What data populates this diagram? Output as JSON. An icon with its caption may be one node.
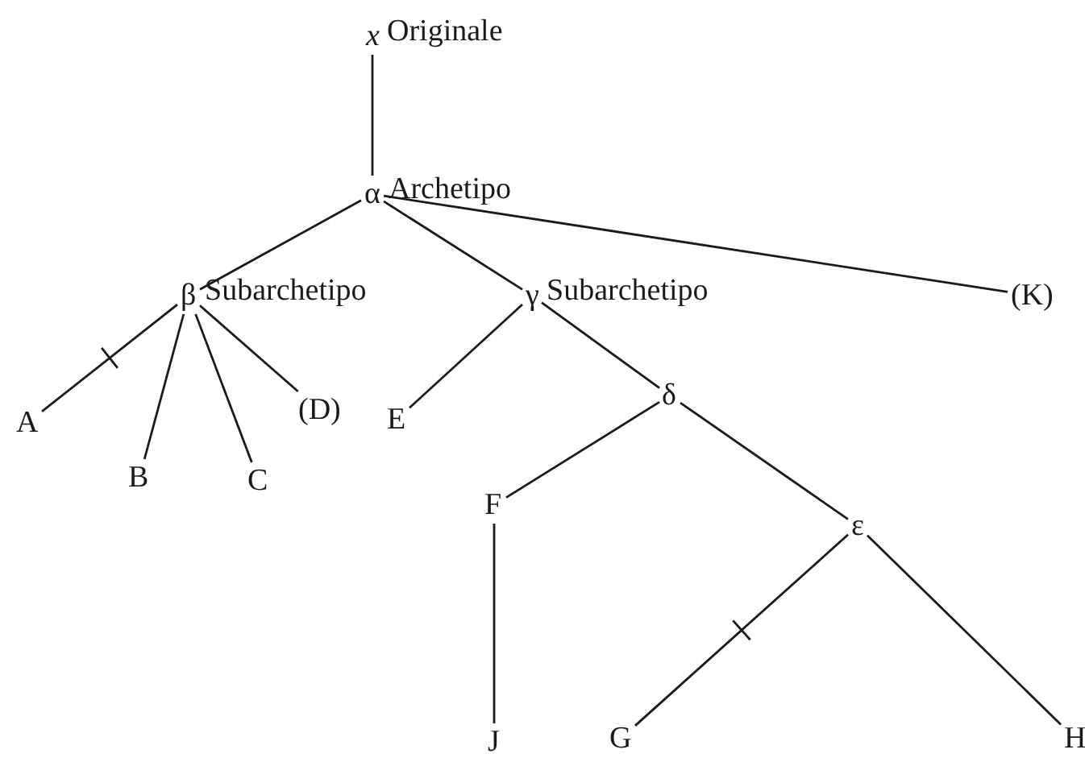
{
  "diagram": {
    "nodes": [
      {
        "text": [
          "x"
        ],
        "beside": [
          "Originale"
        ]
      },
      {
        "text": [
          "α"
        ],
        "beside": [
          "Archetipo"
        ]
      },
      {
        "text": [
          "β"
        ],
        "beside": [
          "Subarchetipo"
        ]
      },
      {
        "text": [
          "γ"
        ],
        "beside": [
          "Subarchetipo"
        ]
      },
      {
        "text": [
          "(K)"
        ]
      },
      {
        "text": [
          "A"
        ]
      },
      {
        "text": [
          "B"
        ]
      },
      {
        "text": [
          "C"
        ]
      },
      {
        "text": [
          "(D)"
        ]
      },
      {
        "text": [
          "E"
        ]
      },
      {
        "text": [
          "δ"
        ]
      },
      {
        "text": [
          "F"
        ]
      },
      {
        "text": [
          "ε"
        ]
      },
      {
        "text": [
          "J"
        ]
      },
      {
        "text": [
          "G"
        ]
      },
      {
        "text": [
          "H"
        ]
      }
    ],
    "edges": [
      {
        "from": 0,
        "to": 1,
        "arrow": "none"
      },
      {
        "from": 1,
        "to": 2,
        "arrow": "none"
      },
      {
        "from": 1,
        "to": 3,
        "arrow": "none"
      },
      {
        "from": 1,
        "to": 4,
        "arrow": "none"
      },
      {
        "from": 2,
        "to": 5,
        "arrow": "none"
      },
      {
        "from": 2,
        "to": 6,
        "arrow": "none"
      },
      {
        "from": 2,
        "to": 7,
        "arrow": "none"
      },
      {
        "from": 2,
        "to": 8,
        "arrow": "none"
      },
      {
        "from": 3,
        "to": 9,
        "arrow": "none"
      },
      {
        "from": 3,
        "to": 10,
        "arrow": "none"
      },
      {
        "from": 10,
        "to": 11,
        "arrow": "none"
      },
      {
        "from": 10,
        "to": 12,
        "arrow": "none"
      },
      {
        "from": 11,
        "to": 13,
        "arrow": "none"
      },
      {
        "from": 12,
        "to": 14,
        "arrow": "none"
      },
      {
        "from": 12,
        "to": 15,
        "arrow": "none"
      }
    ]
  }
}
